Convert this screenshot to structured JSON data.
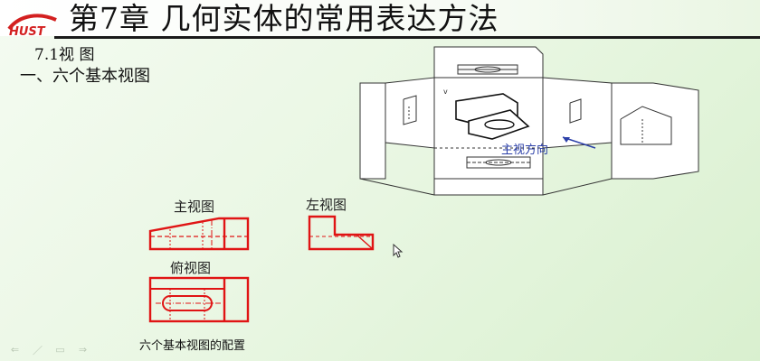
{
  "slide": {
    "title": "第7章  几何实体的常用表达方法",
    "section": "7.1视  图",
    "subheading": "一、六个基本视图",
    "direction_label": "主视方向",
    "views": {
      "front": "主视图",
      "left": "左视图",
      "top": "俯视图"
    },
    "caption": "六个基本视图的配置"
  },
  "logo": {
    "text": "HUST"
  },
  "nav": {
    "first": "⇐",
    "edit": "／",
    "menu": "▭",
    "next": "⇒"
  },
  "colors": {
    "accent_red": "#e01414",
    "direction_blue": "#2b3fa8",
    "background": "#eaf7e4"
  }
}
